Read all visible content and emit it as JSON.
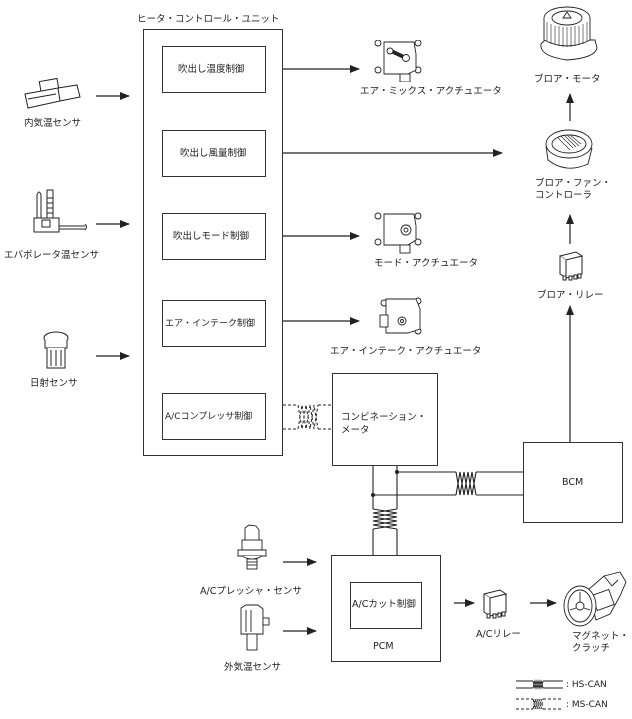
{
  "heater_control_unit": {
    "title": "ヒータ・コントロール・ユニット",
    "functions": [
      {
        "id": "outlet-temp-control",
        "label": "吹出し温度制御"
      },
      {
        "id": "outlet-airflow-control",
        "label": "吹出し風量制御"
      },
      {
        "id": "outlet-mode-control",
        "label": "吹出しモード制御"
      },
      {
        "id": "air-intake-control",
        "label": "エア・インテーク制御"
      },
      {
        "id": "ac-compressor-control",
        "label": "A/Cコンプレッサ制御"
      }
    ]
  },
  "input_sensors": [
    {
      "id": "cabin-temp-sensor",
      "label": "内気温センサ",
      "icon": "cabin-temp-sensor-icon"
    },
    {
      "id": "evaporator-temp-sensor",
      "label": "エバポレータ温センサ",
      "icon": "evaporator-sensor-icon"
    },
    {
      "id": "solar-sensor",
      "label": "日射センサ",
      "icon": "solar-sensor-icon"
    }
  ],
  "actuators": [
    {
      "id": "air-mix-actuator",
      "label": "エア・ミックス・アクチュエータ"
    },
    {
      "id": "mode-actuator",
      "label": "モード・アクチュエータ"
    },
    {
      "id": "air-intake-actuator",
      "label": "エア・インテーク・アクチュエータ"
    }
  ],
  "blower": {
    "motor": "ブロア・モータ",
    "fan_controller_line1": "ブロア・ファン・",
    "fan_controller_line2": "コントローラ",
    "relay": "ブロア・リレー"
  },
  "combination_meter": {
    "line1": "コンビネーション・",
    "line2": "メータ"
  },
  "bcm": {
    "label": "BCM"
  },
  "pcm": {
    "label": "PCM",
    "inner_function": "A/Cカット制御"
  },
  "pcm_sensors": [
    {
      "id": "ac-pressure-sensor",
      "label": "A/Cプレッシャ・センサ"
    },
    {
      "id": "ambient-temp-sensor",
      "label": "外気温センサ"
    }
  ],
  "ac_relay": {
    "label": "A/Cリレー"
  },
  "magnetic_clutch": {
    "line1": "マグネット・",
    "line2": "クラッチ"
  },
  "legend": [
    {
      "style": "solid",
      "label": ": HS-CAN"
    },
    {
      "style": "dashed",
      "label": ": MS-CAN"
    }
  ],
  "colors": {
    "line": "#222222",
    "background": "#ffffff"
  }
}
